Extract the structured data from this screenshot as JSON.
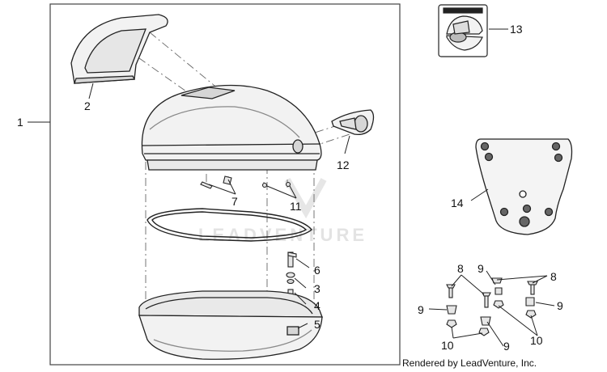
{
  "labels": {
    "n1": "1",
    "n2": "2",
    "n3": "3",
    "n4": "4",
    "n5": "5",
    "n6": "6",
    "n7": "7",
    "n8a": "8",
    "n8b": "8",
    "n9a": "9",
    "n9b": "9",
    "n9c": "9",
    "n9d": "9",
    "n10a": "10",
    "n10b": "10",
    "n11": "11",
    "n12": "12",
    "n13": "13",
    "n14": "14"
  },
  "watermark": "LEADVENTURE",
  "footer": "Rendered by LeadVenture, Inc.",
  "colors": {
    "line": "#222222",
    "part_fill": "#f2f2f2",
    "shade": "#d6d6d6",
    "watermark": "#e3e3e3"
  }
}
